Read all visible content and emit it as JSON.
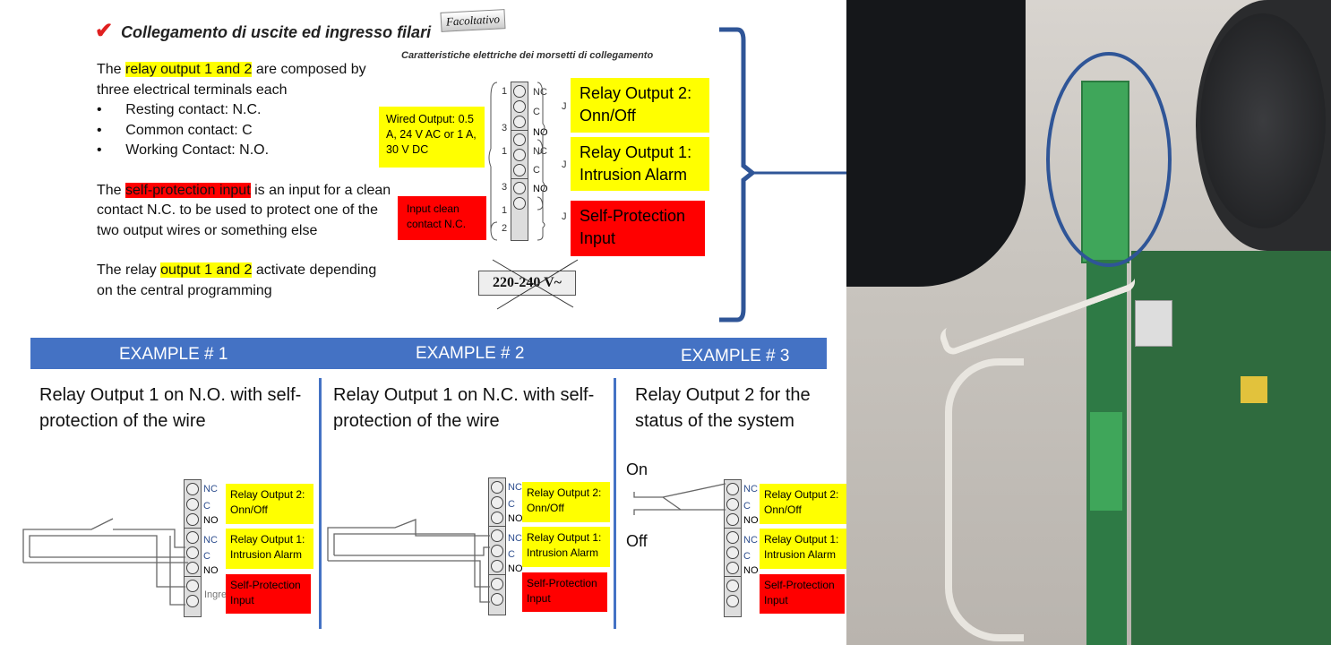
{
  "header": {
    "check_icon": "checkmark-icon",
    "title": "Collegamento di uscite ed ingresso filari",
    "badge": "Facoltativo",
    "subtitle": "Caratteristiche elettriche dei morsetti di collegamento"
  },
  "description": {
    "p1_pre": "The ",
    "p1_hl": "relay output 1 and 2",
    "p1_post": " are composed by three electrical terminals each",
    "bullets": [
      "Resting contact: N.C.",
      "Common contact: C",
      "Working Contact: N.O."
    ],
    "p2_pre": "The ",
    "p2_hl": "self-protection input",
    "p2_post": " is an input for a clean contact N.C. to be used to protect one of the two output wires or something else",
    "p3_pre": "The relay ",
    "p3_hl": "output 1 and 2",
    "p3_post": " activate depending on the central programming"
  },
  "terminal": {
    "labels": [
      "NC",
      "C",
      "NO",
      "NC",
      "C",
      "NO"
    ],
    "numbers": [
      "1",
      "3",
      "1",
      "3",
      "1",
      "2"
    ],
    "j": "J",
    "wired_output": "Wired Output: 0.5 A, 24 V AC or 1 A, 30 V DC",
    "input_clean": "Input clean contact N.C.",
    "relay2": "Relay Output 2: Onn/Off",
    "relay1": "Relay Output 1: Intrusion Alarm",
    "self_protection": "Self-Protection Input",
    "voltage": "220-240 V~"
  },
  "examples": [
    {
      "header": "EXAMPLE # 1",
      "title": "Relay Output 1 on N.O. with self-protection of the wire"
    },
    {
      "header": "EXAMPLE # 2",
      "title": "Relay Output 1 on N.C. with self-protection of the wire"
    },
    {
      "header": "EXAMPLE # 3",
      "title": "Relay Output 2 for the status of the system",
      "on": "On",
      "off": "Off"
    }
  ],
  "mini": {
    "nc": "NC",
    "c": "C",
    "no": "NO",
    "ingr": "Ingre",
    "relay2": "Relay Output 2: Onn/Off",
    "relay1": "Relay Output 1: Intrusion Alarm",
    "sp": "Self-Protection Input"
  },
  "colors": {
    "accent": "#4472c4",
    "highlight_yellow": "#ffff00",
    "highlight_red": "#ff0000",
    "bracket": "#2f5597"
  }
}
